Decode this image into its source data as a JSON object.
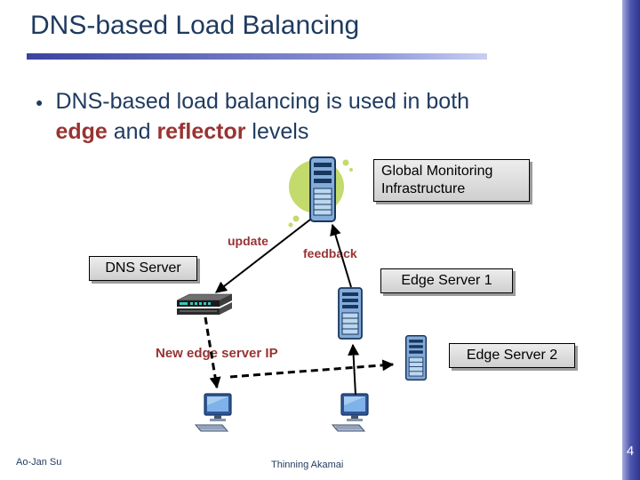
{
  "slide": {
    "title": "DNS-based Load Balancing",
    "bullet": {
      "glyph": "●",
      "line1": "DNS-based load balancing is used in both",
      "edge": "edge",
      "and_word": " and ",
      "reflector": "reflector",
      "levels": " levels"
    },
    "boxes": {
      "gmi_line1": "Global Monitoring",
      "gmi_line2": "Infrastructure",
      "dns": "DNS Server",
      "edge1": "Edge Server 1",
      "edge2": "Edge Server 2"
    },
    "labels": {
      "update": "update",
      "feedback": "feedback",
      "new_ip": "New edge server IP"
    },
    "footer": {
      "author": "Ao-Jan Su",
      "deck": "Thinning Akamai",
      "page": "4"
    },
    "icons": {
      "monitoring": "monitoring-server-icon",
      "dns_switch": "network-switch-icon",
      "edge_server_1": "edge-server-icon",
      "edge_server_2": "edge-server-icon",
      "client_left": "client-computer-icon",
      "client_right": "client-computer-icon"
    },
    "colors": {
      "navy_text": "#1f3a5f",
      "accent_red": "#993333",
      "accent_bar_blue": "#3a43a0",
      "box_gray": "#d9d9d9",
      "blob_green": "#c3da6d"
    }
  }
}
